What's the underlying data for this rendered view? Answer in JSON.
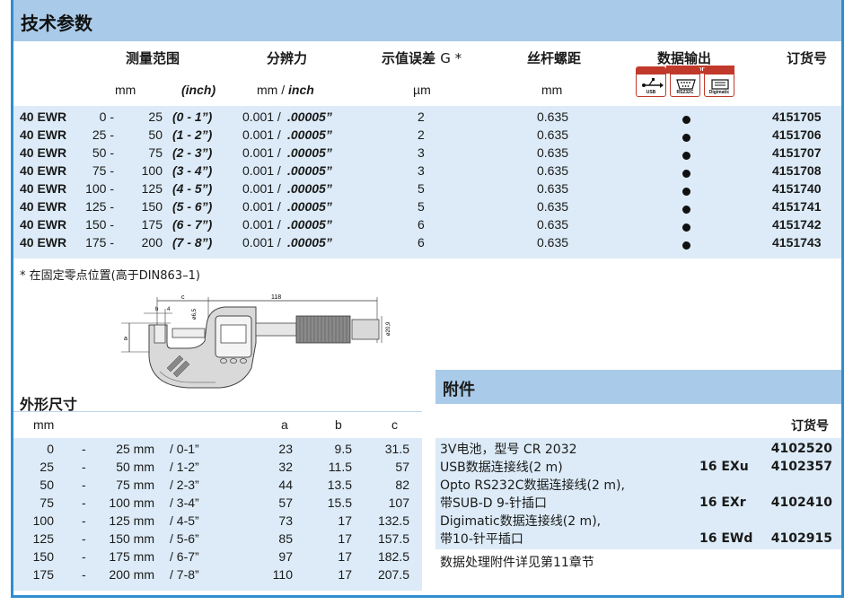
{
  "title": "技术参数",
  "spec": {
    "headers": {
      "range": "测量范围",
      "resolution": "分辨力",
      "error": "示值误差",
      "error_suffix": "G *",
      "pitch": "丝杆螺距",
      "output": "数据输出",
      "order": "订货号"
    },
    "units": {
      "mm": "mm",
      "inch": "(inch)",
      "res_mm": "mm /",
      "res_inch": "inch",
      "error": "µm",
      "pitch": "mm"
    },
    "badges": {
      "group": "MarConnect",
      "usb": "USB",
      "rs232": "RS232C",
      "digimatic": "Digimatic"
    },
    "rows": [
      {
        "model": "40 EWR",
        "from": "0 -",
        "to": "25",
        "inch": "(0 - 1”)",
        "res_mm": "0.001 /",
        "res_inch": ".00005”",
        "error": "2",
        "pitch": "0.635",
        "order": "4151705"
      },
      {
        "model": "40 EWR",
        "from": "25 -",
        "to": "50",
        "inch": "(1 - 2”)",
        "res_mm": "0.001 /",
        "res_inch": ".00005”",
        "error": "2",
        "pitch": "0.635",
        "order": "4151706"
      },
      {
        "model": "40 EWR",
        "from": "50 -",
        "to": "75",
        "inch": "(2 - 3”)",
        "res_mm": "0.001 /",
        "res_inch": ".00005”",
        "error": "3",
        "pitch": "0.635",
        "order": "4151707"
      },
      {
        "model": "40 EWR",
        "from": "75 -",
        "to": "100",
        "inch": "(3 - 4”)",
        "res_mm": "0.001 /",
        "res_inch": ".00005”",
        "error": "3",
        "pitch": "0.635",
        "order": "4151708"
      },
      {
        "model": "40 EWR",
        "from": "100 -",
        "to": "125",
        "inch": "(4 - 5”)",
        "res_mm": "0.001 /",
        "res_inch": ".00005”",
        "error": "5",
        "pitch": "0.635",
        "order": "4151740"
      },
      {
        "model": "40 EWR",
        "from": "125 -",
        "to": "150",
        "inch": "(5 - 6”)",
        "res_mm": "0.001 /",
        "res_inch": ".00005”",
        "error": "5",
        "pitch": "0.635",
        "order": "4151741"
      },
      {
        "model": "40 EWR",
        "from": "150 -",
        "to": "175",
        "inch": "(6 - 7”)",
        "res_mm": "0.001 /",
        "res_inch": ".00005”",
        "error": "6",
        "pitch": "0.635",
        "order": "4151742"
      },
      {
        "model": "40 EWR",
        "from": "175 -",
        "to": "200",
        "inch": "(7 - 8”)",
        "res_mm": "0.001 /",
        "res_inch": ".00005”",
        "error": "6",
        "pitch": "0.635",
        "order": "4151743"
      }
    ],
    "footnote": "* 在固定零点位置(高于DIN863–1)"
  },
  "drawing": {
    "labels": {
      "c": "c",
      "len": "118",
      "b": "b",
      "dim4": "4",
      "phi65": "ø6,5",
      "a": "a",
      "phi209": "ø20,9"
    }
  },
  "dimensions": {
    "title": "外形尺寸",
    "headers": {
      "mm": "mm",
      "a": "a",
      "b": "b",
      "c": "c"
    },
    "rows": [
      {
        "from": "0",
        "dash": "-",
        "to": "25 mm",
        "inch": "/ 0-1”",
        "a": "23",
        "b": "9.5",
        "c": "31.5"
      },
      {
        "from": "25",
        "dash": "-",
        "to": "50 mm",
        "inch": "/ 1-2”",
        "a": "32",
        "b": "11.5",
        "c": "57"
      },
      {
        "from": "50",
        "dash": "-",
        "to": "75 mm",
        "inch": "/ 2-3”",
        "a": "44",
        "b": "13.5",
        "c": "82"
      },
      {
        "from": "75",
        "dash": "-",
        "to": "100 mm",
        "inch": "/ 3-4”",
        "a": "57",
        "b": "15.5",
        "c": "107"
      },
      {
        "from": "100",
        "dash": "-",
        "to": "125 mm",
        "inch": "/ 4-5”",
        "a": "73",
        "b": "17",
        "c": "132.5"
      },
      {
        "from": "125",
        "dash": "-",
        "to": "150 mm",
        "inch": "/ 5-6”",
        "a": "85",
        "b": "17",
        "c": "157.5"
      },
      {
        "from": "150",
        "dash": "-",
        "to": "175 mm",
        "inch": "/ 6-7”",
        "a": "97",
        "b": "17",
        "c": "182.5"
      },
      {
        "from": "175",
        "dash": "-",
        "to": "200 mm",
        "inch": "/ 7-8”",
        "a": "110",
        "b": "17",
        "c": "207.5"
      }
    ]
  },
  "accessories": {
    "title": "附件",
    "order_header": "订货号",
    "items": [
      {
        "line1": "3V电池，型号 CR 2032",
        "line2": "",
        "code": "",
        "order": "4102520"
      },
      {
        "line1": "USB数据连接线(2 m)",
        "line2": "",
        "code": "16 EXu",
        "order": "4102357"
      },
      {
        "line1": "Opto RS232C数据连接线(2 m),",
        "line2": "带SUB-D 9-针插口",
        "code": "16 EXr",
        "order": "4102410"
      },
      {
        "line1": "Digimatic数据连接线(2 m),",
        "line2": "带10-针平插口",
        "code": "16 EWd",
        "order": "4102915"
      }
    ],
    "note": "数据处理附件详见第11章节"
  }
}
